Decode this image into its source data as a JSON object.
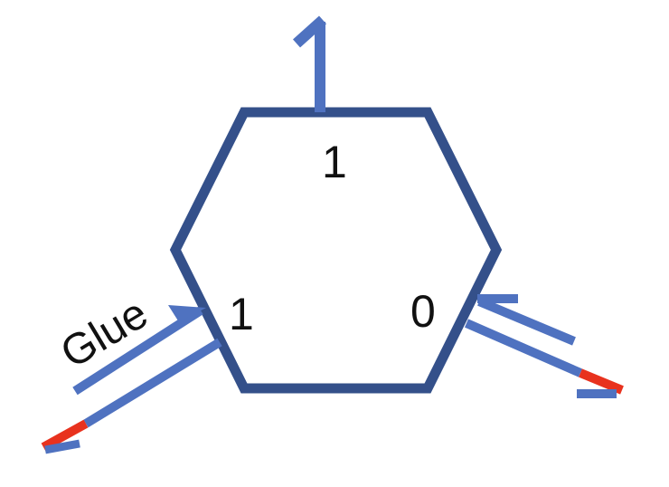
{
  "colors": {
    "hexagon_stroke": "#34508a",
    "arrow": "#4f72c0",
    "tip": "#e8321e",
    "text": "#111111"
  },
  "hexagon": {
    "labels": {
      "top": "1",
      "left": "1",
      "right": "0"
    }
  },
  "glue_label": "Glue"
}
